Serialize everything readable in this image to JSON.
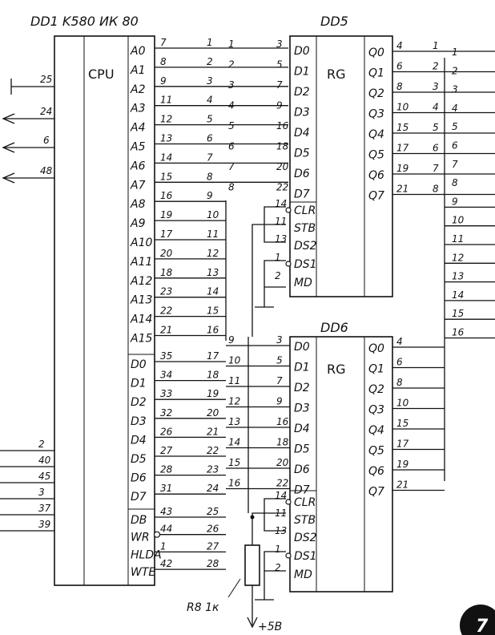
{
  "titles": {
    "dd1": "DD1 K580 ИК 80",
    "dd5": "DD5",
    "dd6": "DD6",
    "cpu": "CPU",
    "rg5": "RG",
    "rg6": "RG"
  },
  "cpu_left_pins": [
    "25",
    "24",
    "6",
    "48"
  ],
  "cpu_left_bottom_pins": [
    "2",
    "40",
    "45",
    "3",
    "37",
    "39"
  ],
  "cpu_signals": [
    "A0",
    "A1",
    "A2",
    "A3",
    "A4",
    "A5",
    "A6",
    "A7",
    "A8",
    "A9",
    "A10",
    "A11",
    "A12",
    "A13",
    "A14",
    "A15",
    "D0",
    "D1",
    "D2",
    "D3",
    "D4",
    "D5",
    "D6",
    "D7",
    "DB",
    "WR",
    "HLDA",
    "WTE"
  ],
  "cpu_pins": [
    "7",
    "8",
    "9",
    "11",
    "12",
    "13",
    "14",
    "15",
    "16",
    "19",
    "17",
    "20",
    "18",
    "23",
    "22",
    "21",
    "35",
    "34",
    "33",
    "32",
    "26",
    "27",
    "28",
    "31",
    "43",
    "44",
    "1",
    "42"
  ],
  "bus_numbers": [
    "1",
    "2",
    "3",
    "4",
    "5",
    "6",
    "7",
    "8",
    "9",
    "10",
    "11",
    "12",
    "13",
    "14",
    "15",
    "16",
    "17",
    "18",
    "19",
    "20",
    "21",
    "22",
    "23",
    "24",
    "25",
    "26",
    "27",
    "28"
  ],
  "dd5": {
    "inputs": [
      "D0",
      "D1",
      "D2",
      "D3",
      "D4",
      "D5",
      "D6",
      "D7"
    ],
    "input_pins": [
      "3",
      "5",
      "7",
      "9",
      "16",
      "18",
      "20",
      "22"
    ],
    "input_line_nums": [
      "1",
      "2",
      "3",
      "4",
      "5",
      "6",
      "7",
      "8"
    ],
    "controls": [
      "CLR",
      "STB",
      "DS2",
      "DS1",
      "MD"
    ],
    "control_pins": [
      "14",
      "11",
      "13",
      "1",
      "2"
    ],
    "outputs": [
      "Q0",
      "Q1",
      "Q2",
      "Q3",
      "Q4",
      "Q5",
      "Q6",
      "Q7"
    ],
    "output_pins": [
      "4",
      "6",
      "8",
      "10",
      "15",
      "17",
      "19",
      "21"
    ],
    "output_line_nums": [
      "1",
      "2",
      "3",
      "4",
      "5",
      "6",
      "7",
      "8"
    ]
  },
  "dd6": {
    "inputs": [
      "D0",
      "D1",
      "D2",
      "D3",
      "D4",
      "D5",
      "D6",
      "D7"
    ],
    "input_pins": [
      "3",
      "5",
      "7",
      "9",
      "16",
      "18",
      "20",
      "22"
    ],
    "input_line_nums": [
      "9",
      "10",
      "11",
      "12",
      "13",
      "14",
      "15",
      "16"
    ],
    "controls": [
      "CLR",
      "STB",
      "DS2",
      "DS1",
      "MD"
    ],
    "control_pins": [
      "14",
      "11",
      "13",
      "1",
      "2"
    ],
    "outputs": [
      "Q0",
      "Q1",
      "Q2",
      "Q3",
      "Q4",
      "Q5",
      "Q6",
      "Q7"
    ],
    "output_pins": [
      "4",
      "6",
      "8",
      "10",
      "15",
      "17",
      "19",
      "21"
    ]
  },
  "right_bus_numbers": [
    "1",
    "2",
    "3",
    "4",
    "5",
    "6",
    "7",
    "8",
    "9",
    "10",
    "11",
    "12",
    "13",
    "14",
    "15",
    "16"
  ],
  "resistor_label": "R8 1к",
  "supply_label": "+5В",
  "page_badge": "7"
}
